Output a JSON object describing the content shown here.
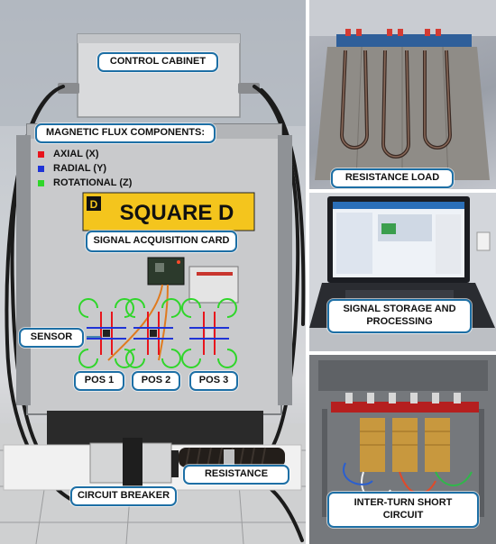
{
  "labels": {
    "control_cabinet": "CONTROL CABINET",
    "magnetic_flux": "MAGNETIC FLUX COMPONENTS:",
    "signal_acquisition": "SIGNAL ACQUISITION CARD",
    "sensor": "SENSOR",
    "pos1": "POS 1",
    "pos2": "POS 2",
    "pos3": "POS 3",
    "resistance": "RESISTANCE",
    "circuit_breaker": "CIRCUIT BREAKER",
    "resistance_load": "RESISTANCE LOAD",
    "signal_storage": "SIGNAL STORAGE AND PROCESSING",
    "inter_turn": "INTER-TURN SHORT CIRCUIT"
  },
  "legend": [
    {
      "label": "AXIAL (X)",
      "color": "#e8141c"
    },
    {
      "label": "RADIAL (Y)",
      "color": "#1f33d6"
    },
    {
      "label": "ROTATIONAL (Z)",
      "color": "#2fd62a"
    }
  ],
  "brand": {
    "name": "SQUARE D",
    "logo_letter": "D"
  },
  "colors": {
    "label_border": "#1d6fa5",
    "axial": "#e8141c",
    "radial": "#1f33d6",
    "rotational": "#2fd62a",
    "sign_yellow": "#f4c51d"
  }
}
